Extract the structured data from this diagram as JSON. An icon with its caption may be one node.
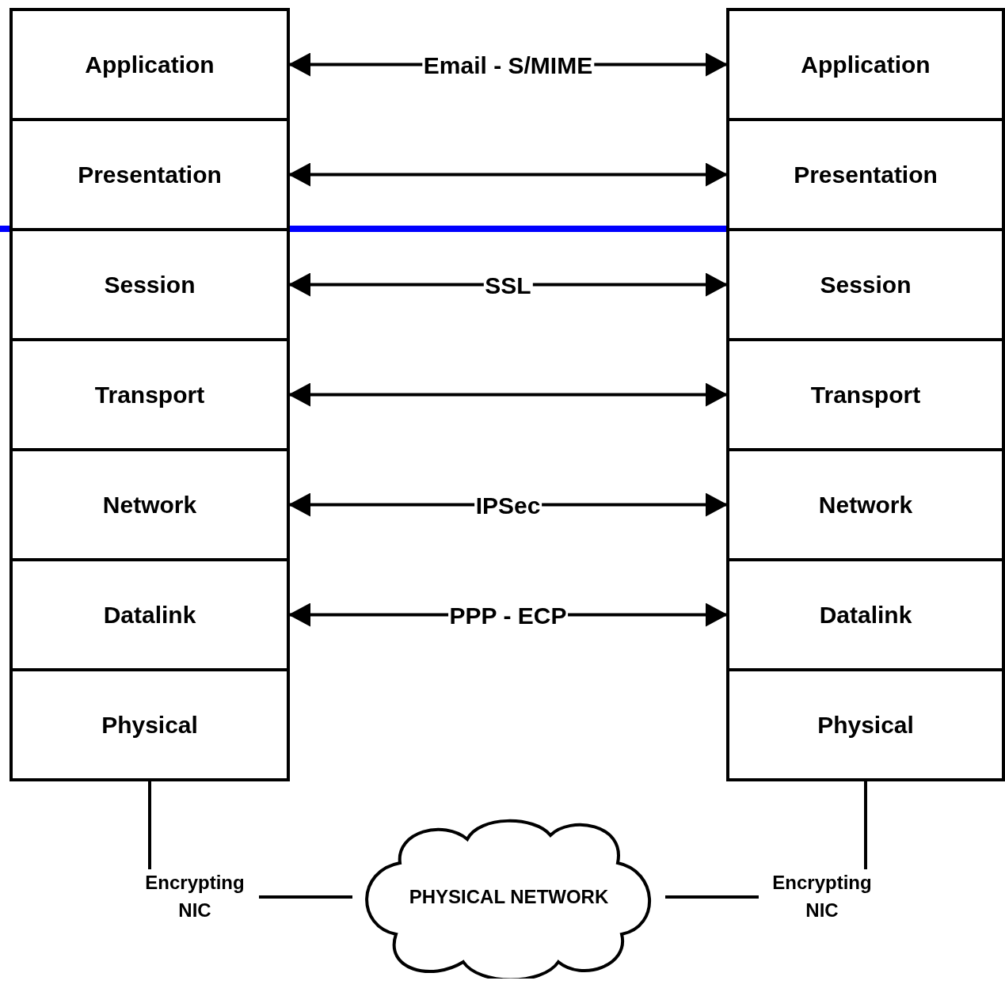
{
  "diagram": {
    "nodes": [
      {
        "text": [
          "Application"
        ]
      },
      {
        "text": [
          "Presentation"
        ]
      },
      {
        "text": [
          "Session"
        ]
      },
      {
        "text": [
          "Transport"
        ]
      },
      {
        "text": [
          "Network"
        ]
      },
      {
        "text": [
          "Datalink"
        ]
      },
      {
        "text": [
          "Physical"
        ]
      },
      {
        "text": [
          "Application"
        ]
      },
      {
        "text": [
          "Presentation"
        ]
      },
      {
        "text": [
          "Session"
        ]
      },
      {
        "text": [
          "Transport"
        ]
      },
      {
        "text": [
          "Network"
        ]
      },
      {
        "text": [
          "Datalink"
        ]
      },
      {
        "text": [
          "Physical"
        ]
      },
      {
        "text": [
          "Encrypting NIC"
        ]
      },
      {
        "text": [
          "PHYSICAL NETWORK"
        ]
      },
      {
        "text": [
          "Encrypting NIC"
        ]
      }
    ],
    "edges": [
      {
        "from": 0,
        "to": 7,
        "arrow": "both",
        "label": "Email - S/MIME"
      },
      {
        "from": 1,
        "to": 8,
        "arrow": "both"
      },
      {
        "from": 2,
        "to": 9,
        "arrow": "both",
        "label": "SSL"
      },
      {
        "from": 3,
        "to": 10,
        "arrow": "both"
      },
      {
        "from": 4,
        "to": 11,
        "arrow": "both",
        "label": "IPSec"
      },
      {
        "from": 5,
        "to": 12,
        "arrow": "both",
        "label": "PPP - ECP"
      },
      {
        "from": 6,
        "to": 14,
        "arrow": "none"
      },
      {
        "from": 14,
        "to": 15,
        "arrow": "none"
      },
      {
        "from": 15,
        "to": 16,
        "arrow": "none"
      },
      {
        "from": 13,
        "to": 16,
        "arrow": "none"
      }
    ]
  }
}
